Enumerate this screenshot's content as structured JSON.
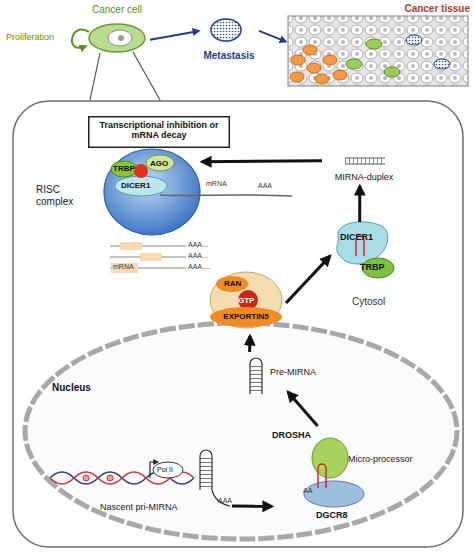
{
  "diagram": {
    "nodes": [
      {
        "text": [
          "Cancer cell"
        ]
      },
      {
        "text": [
          "Metastasis"
        ]
      },
      {
        "text": [
          "Cancer tissue"
        ]
      },
      {
        "text": [
          "Cytosol"
        ]
      },
      {
        "text": [
          "Transcriptional inhibition or mRNA decay"
        ],
        "in": 3
      },
      {
        "text": [
          "RISC complex",
          "TRBP",
          "AGO",
          "DICER1"
        ],
        "in": 3
      },
      {
        "text": [
          "MIRNA-duplex"
        ],
        "in": 3
      },
      {
        "text": [
          "DICER1",
          "TRBP"
        ],
        "in": 3
      },
      {
        "text": [
          "RAN",
          "GTP",
          "EXPORTIN5"
        ],
        "in": 3
      },
      {
        "text": [
          "Nucleus"
        ],
        "in": 3
      },
      {
        "text": [
          "Pre-MIRNA"
        ],
        "in": 9
      },
      {
        "text": [
          "DROSHA",
          "Micro-processor",
          "DGCR8"
        ],
        "in": 9
      },
      {
        "text": [
          "Nascent pri-MIRNA"
        ],
        "in": 9
      }
    ],
    "edges": [
      {
        "from": 0,
        "to": 1,
        "arrow": "to"
      },
      {
        "from": 1,
        "to": 2,
        "arrow": "to"
      },
      {
        "from": 12,
        "to": 11,
        "arrow": "to"
      },
      {
        "from": 11,
        "to": 10,
        "arrow": "to"
      },
      {
        "from": 10,
        "to": 8,
        "arrow": "to"
      },
      {
        "from": 8,
        "to": 7,
        "arrow": "to"
      },
      {
        "from": 7,
        "to": 6,
        "arrow": "to"
      },
      {
        "from": 6,
        "to": 5,
        "arrow": "to"
      }
    ],
    "labels": [
      "Proliferation",
      "mRNA",
      "AAA",
      "AAA...",
      "AAA...",
      "mRNA",
      "AAA....",
      "Pol II",
      "AAA",
      "AA"
    ]
  }
}
